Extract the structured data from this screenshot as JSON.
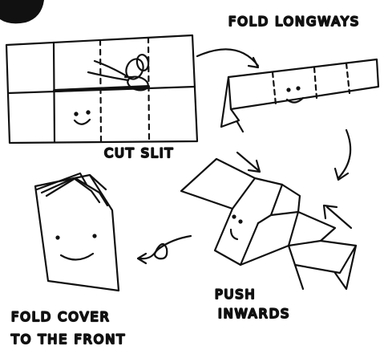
{
  "labels": {
    "fold_longways": "FOLD LONGWAYS",
    "cut_slit": "CUT SLIT",
    "push_line1": "PUSH",
    "push_line2": "INWARDS",
    "cover_line1": "FOLD COVER",
    "cover_line2": "TO THE FRONT"
  },
  "icons": [
    "scissors-icon",
    "smiley-face-icon",
    "curved-arrow-icon",
    "straight-arrow-icon"
  ],
  "colors": {
    "ink": "#111111",
    "paper": "#ffffff"
  }
}
